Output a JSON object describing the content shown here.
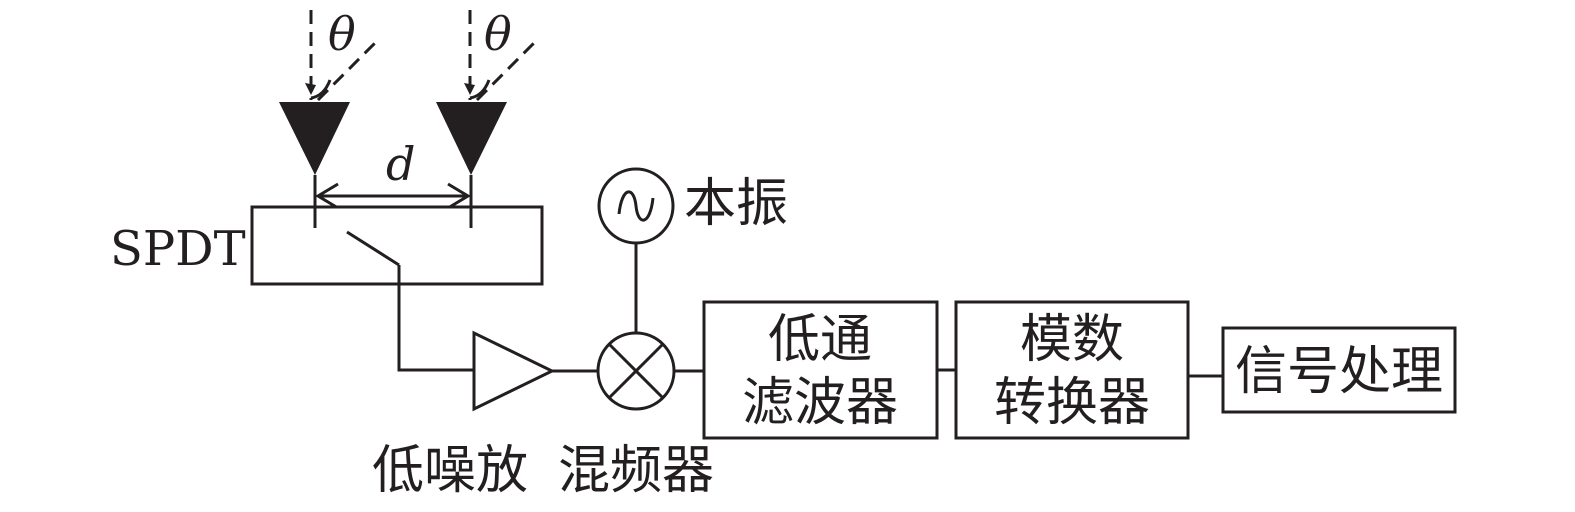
{
  "labels": {
    "theta_left": "θ",
    "theta_right": "θ",
    "spacing": "d",
    "switch": "SPDT",
    "local_osc": "本振",
    "lna": "低噪放",
    "mixer": "混频器",
    "lpf_line1": "低通",
    "lpf_line2": "滤波器",
    "adc_line1": "模数",
    "adc_line2": "转换器",
    "dsp": "信号处理"
  },
  "colors": {
    "ink": "#231f20",
    "background": "#ffffff"
  },
  "icons": {
    "antenna": "filled-triangle-antenna",
    "oscillator": "sine-wave-in-circle",
    "mixer": "x-in-circle",
    "amplifier": "triangle-amplifier"
  }
}
